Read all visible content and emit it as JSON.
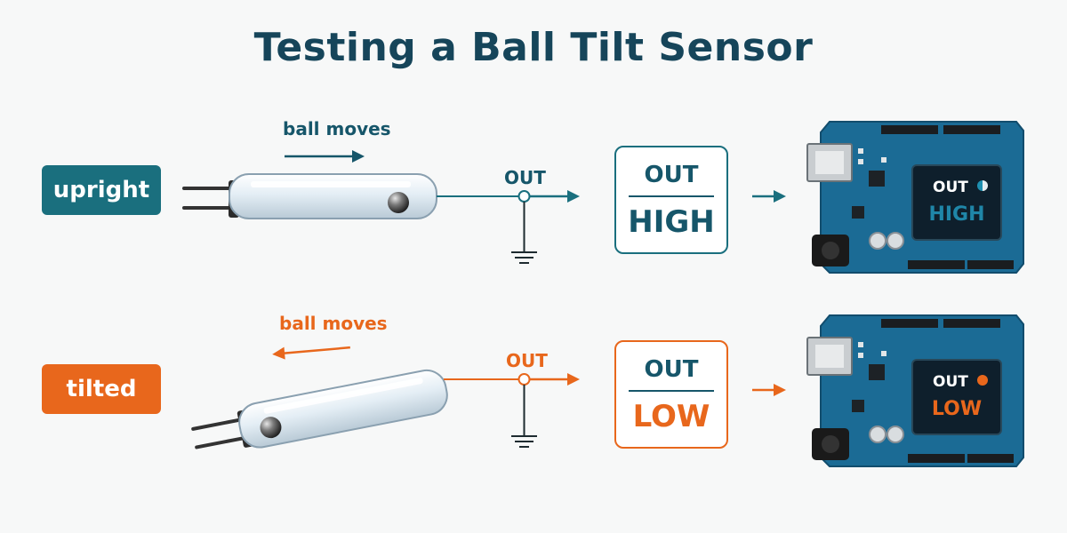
{
  "title": "Testing a Ball Tilt Sensor",
  "rows": [
    {
      "state_label": "upright",
      "motion_label": "ball moves",
      "out_label": "OUT",
      "box_top": "OUT",
      "box_value": "HIGH",
      "lcd_top": "OUT",
      "lcd_value": "HIGH",
      "color": "#1a6f7e"
    },
    {
      "state_label": "tilted",
      "motion_label": "ball moves",
      "out_label": "OUT",
      "box_top": "OUT",
      "box_value": "LOW",
      "lcd_top": "OUT",
      "lcd_value": "LOW",
      "color": "#e8671c"
    }
  ],
  "colors": {
    "teal": "#1a6f7e",
    "orange": "#e8671c",
    "board_blue": "#1b6b95",
    "title": "#16455a"
  },
  "icons": [
    "ground-symbol-icon",
    "arrow-right-icon",
    "arrow-left-icon",
    "arduino-board-icon",
    "tilt-sensor-icon",
    "led-indicator-icon"
  ]
}
